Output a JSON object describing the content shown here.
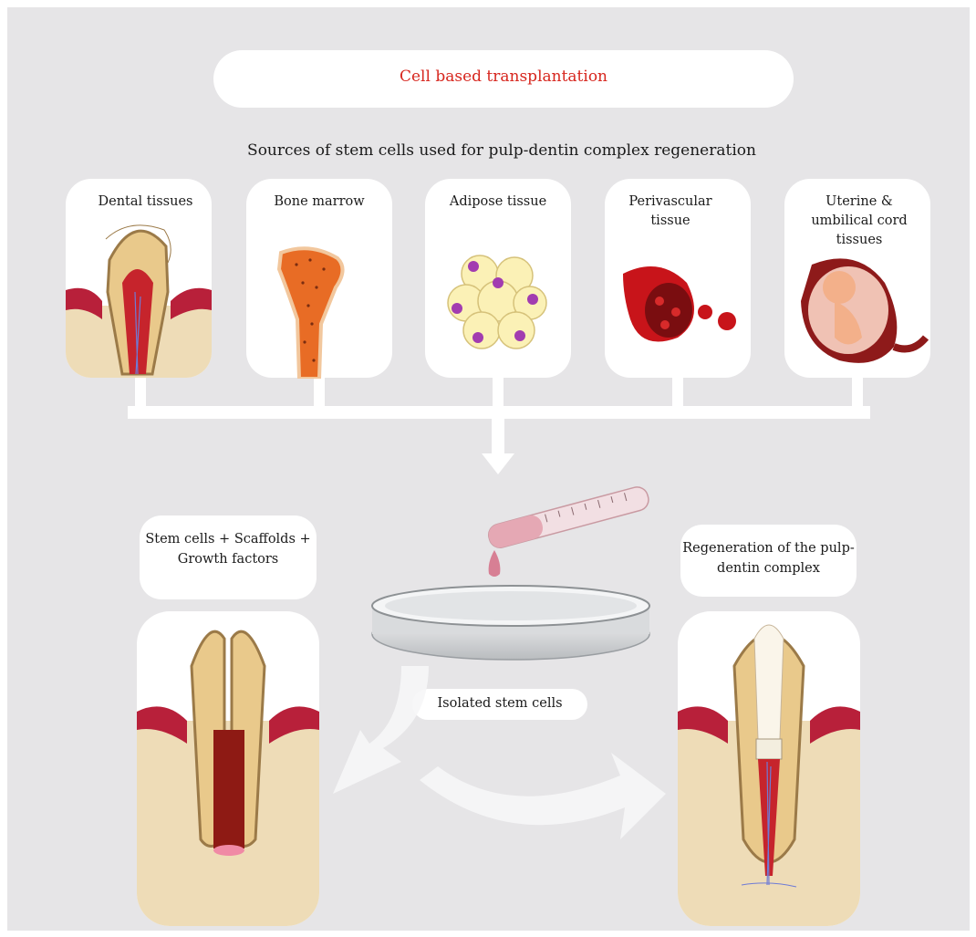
{
  "header": {
    "title": "Cell based transplantation"
  },
  "subtitle": "Sources of stem cells used for pulp-dentin complex regeneration",
  "sources": [
    {
      "label": "Dental tissues"
    },
    {
      "label": "Bone marrow"
    },
    {
      "label": "Adipose tissue"
    },
    {
      "label": "Perivascular tissue"
    },
    {
      "label": "Uterine & umbilical cord tissues"
    }
  ],
  "isolated_label": "Isolated stem cells",
  "mixture_label": "Stem cells + Scaffolds + Growth factors",
  "regeneration_label": "Regeneration of the pulp-dentin complex",
  "colors": {
    "title": "#d7261e",
    "background": "#e6e5e7",
    "card": "#ffffff",
    "gum": "#b8203a",
    "bone": "#eedcb7",
    "pulp": "#8e1a14"
  }
}
